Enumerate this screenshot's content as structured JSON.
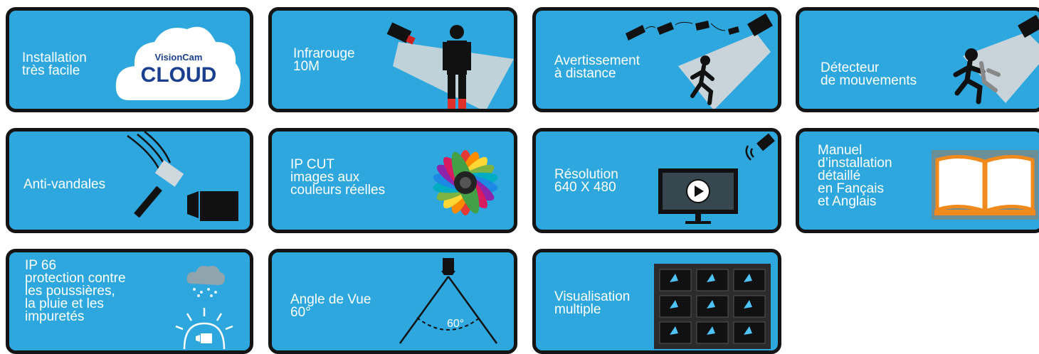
{
  "tiles": [
    {
      "id": "cloud",
      "label": "Installation\ntrès facile",
      "logo_top": "VisionCam",
      "logo_bottom": "CLOUD"
    },
    {
      "id": "infrared",
      "label": "Infrarouge\n10M"
    },
    {
      "id": "alert",
      "label": "Avertissement\nà distance"
    },
    {
      "id": "motion",
      "label": "Détecteur\nde mouvements"
    },
    {
      "id": "vandal",
      "label": "Anti-vandales"
    },
    {
      "id": "ipcut",
      "label": "IP CUT\nimages aux\ncouleurs réelles"
    },
    {
      "id": "resolution",
      "label": "Résolution\n640 X 480"
    },
    {
      "id": "manual",
      "label": "Manuel\nd’installation\ndétaillé\nen Fançais\net Anglais"
    },
    {
      "id": "ip66",
      "label": "IP 66\nprotection contre\nles poussières,\nla pluie et les\nimpuretés"
    },
    {
      "id": "angle",
      "label": "Angle de Vue\n60°",
      "angle_value": "60°"
    },
    {
      "id": "multiview",
      "label": "Visualisation\nmultiple"
    }
  ],
  "colors": {
    "tile_bg": "#2da7dd",
    "tile_border": "#141414",
    "logo_text": "#1a3f8f",
    "book_orange": "#f08a1c"
  }
}
